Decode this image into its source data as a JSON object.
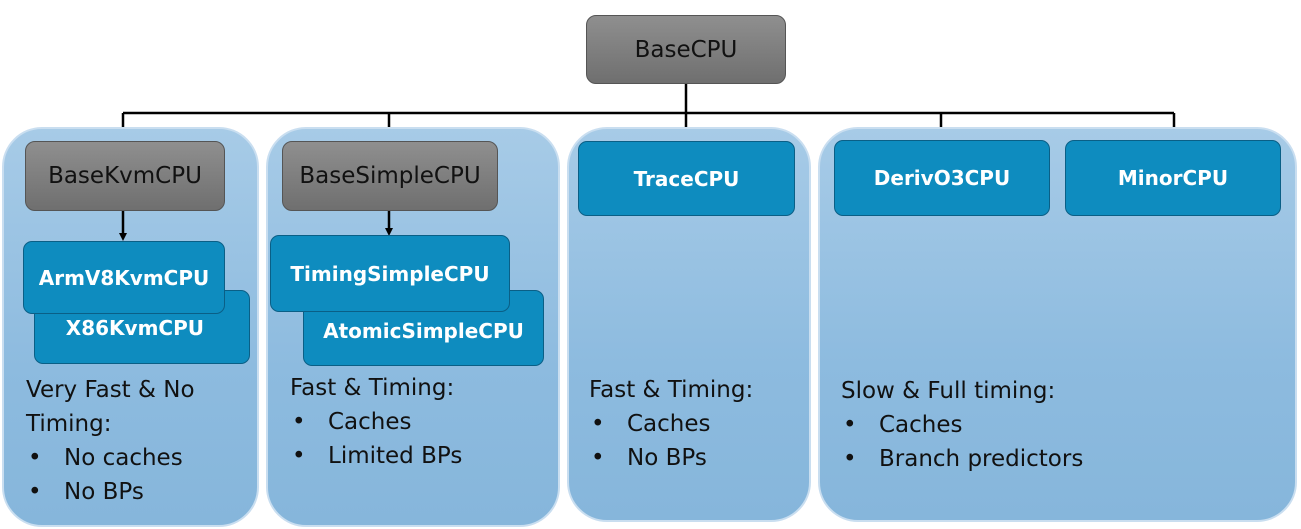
{
  "root": {
    "label": "BaseCPU"
  },
  "groups": [
    {
      "base": "BaseKvmCPU",
      "models": [
        "ArmV8KvmCPU",
        "X86KvmCPU"
      ],
      "desc_lines": [
        "Very Fast & No",
        "Timing:"
      ],
      "bullets": [
        "No caches",
        "No BPs"
      ]
    },
    {
      "base": "BaseSimpleCPU",
      "models": [
        "TimingSimpleCPU",
        "AtomicSimpleCPU"
      ],
      "desc_lines": [
        "Fast & Timing:"
      ],
      "bullets": [
        "Caches",
        "Limited BPs"
      ]
    },
    {
      "models": [
        "TraceCPU"
      ],
      "desc_lines": [
        "Fast & Timing:"
      ],
      "bullets": [
        "Caches",
        "No BPs"
      ]
    },
    {
      "models": [
        "DerivO3CPU",
        "MinorCPU"
      ],
      "desc_lines": [
        "Slow & Full timing:"
      ],
      "bullets": [
        "Caches",
        "Branch predictors"
      ]
    }
  ],
  "colors": {
    "panel": "#8dbbdf",
    "model_box": "#0e8cbf",
    "base_box": "#7f7f7f",
    "connector": "#000000"
  }
}
